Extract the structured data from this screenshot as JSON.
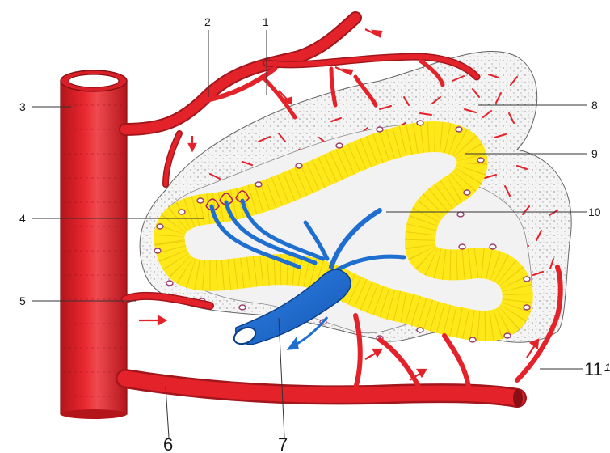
{
  "labels": {
    "l1": "1",
    "l2": "2",
    "l3": "3",
    "l4": "4",
    "l5": "5",
    "l6": "6",
    "l7": "7",
    "l8": "8",
    "l9": "9",
    "l10": "10",
    "l11": "11",
    "l11_mark": "1"
  },
  "colors": {
    "artery": "#e3222a",
    "artery_dark": "#a3161c",
    "vein": "#1f6fd1",
    "tubule": "#ffef1a",
    "capillary": "#e8202a",
    "cortex_fill": "#f3f2f2",
    "nucleus": "#b0417a"
  },
  "icons": {
    "flow_arrow": "arrow-icon"
  }
}
